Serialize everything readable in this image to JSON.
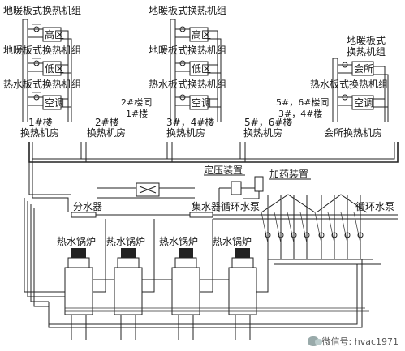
{
  "labels": {
    "floor_heating_unit": "地暖板式换热机组",
    "hot_water_unit": "热水板式换热机组",
    "high_zone": "高区",
    "low_zone": "低区",
    "ac": "空调",
    "clubhouse": "会所",
    "club_floor_heating_unit_line1": "地暖板式",
    "club_floor_heating_unit_line2": "换热机组",
    "room_1": {
      "line1": "1#楼",
      "line2": "换热机房"
    },
    "room_2": {
      "line1": "2#楼",
      "line2": "换热机房"
    },
    "room_2a": {
      "line1": "2#楼同",
      "line2": "1#楼"
    },
    "room_34": {
      "line1": "3#，4#楼",
      "line2": "换热机房"
    },
    "room_56": {
      "line1": "5#，6#楼",
      "line2": "换热机房"
    },
    "room_56a": {
      "line1": "5#，6#楼同",
      "line2": "3#，4#楼"
    },
    "room_club": "会所换热机房",
    "pressure_device": "定压装置",
    "dosing_device": "加药装置",
    "circ_pump_left": "循环水泵",
    "circ_pump_right": "循环水泵",
    "distributor": "分水器",
    "collector": "集水器",
    "boilers": [
      "热水锅炉",
      "热水锅炉",
      "热水锅炉",
      "热水锅炉"
    ]
  },
  "watermark": "微信号: hvac1971",
  "icons": {
    "watermark": "wechat-icon"
  }
}
